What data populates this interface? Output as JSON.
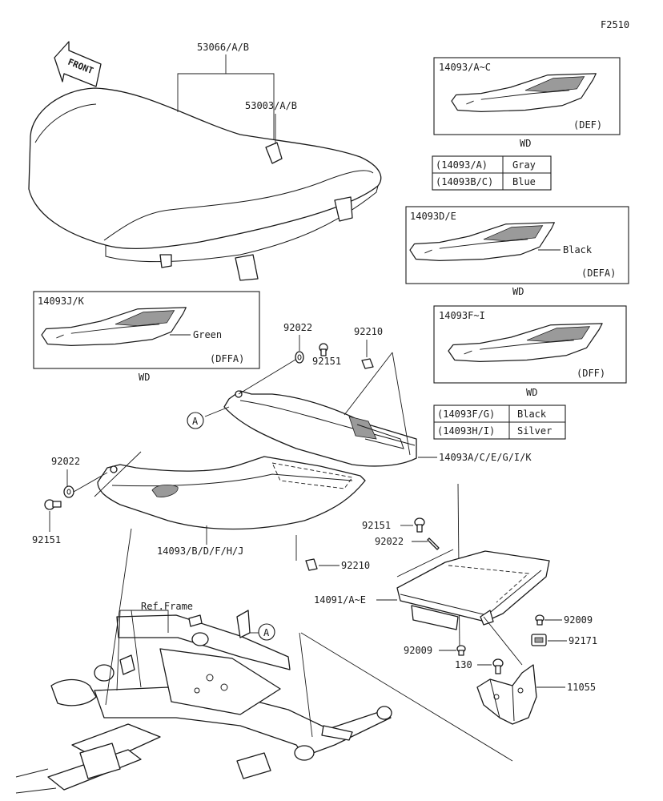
{
  "figure_code": "F2510",
  "front_arrow_text": "FRONT",
  "callouts": {
    "seat_assy": "53066/A/B",
    "seat_emblem": "53003/A/B",
    "cover_right": "14093A/C/E/G/I/K",
    "cover_left": "14093/B/D/F/H/J",
    "bracket": "14091/A~E",
    "washer_left": "92022",
    "screw_left": "92151",
    "washer_top": "92022",
    "screw_top": "92151",
    "nut_top": "92210",
    "nut_bottom": "92210",
    "screw_rear": "92151",
    "washer_rear": "92022",
    "screw_9209_a": "92009",
    "screw_9209_b": "92009",
    "part_92171": "92171",
    "part_11055": "11055",
    "part_130": "130",
    "ref_frame": "Ref.Frame",
    "marker_a": "A"
  },
  "variant_boxes": [
    {
      "id": "14093/A~C",
      "tag": "(DEF)",
      "note": "",
      "caption": "WD"
    },
    {
      "id": "14093D/E",
      "tag": "(DEFA)",
      "note": "Black",
      "caption": "WD"
    },
    {
      "id": "14093J/K",
      "tag": "(DFFA)",
      "note": "Green",
      "caption": "WD"
    },
    {
      "id": "14093F~I",
      "tag": "(DFF)",
      "note": "",
      "caption": "WD"
    }
  ],
  "color_tables": [
    {
      "rows": [
        {
          "code": "(14093/A)",
          "color": "Gray"
        },
        {
          "code": "(14093B/C)",
          "color": "Blue"
        }
      ]
    },
    {
      "rows": [
        {
          "code": "(14093F/G)",
          "color": "Black"
        },
        {
          "code": "(14093H/I)",
          "color": "Silver"
        }
      ]
    }
  ]
}
